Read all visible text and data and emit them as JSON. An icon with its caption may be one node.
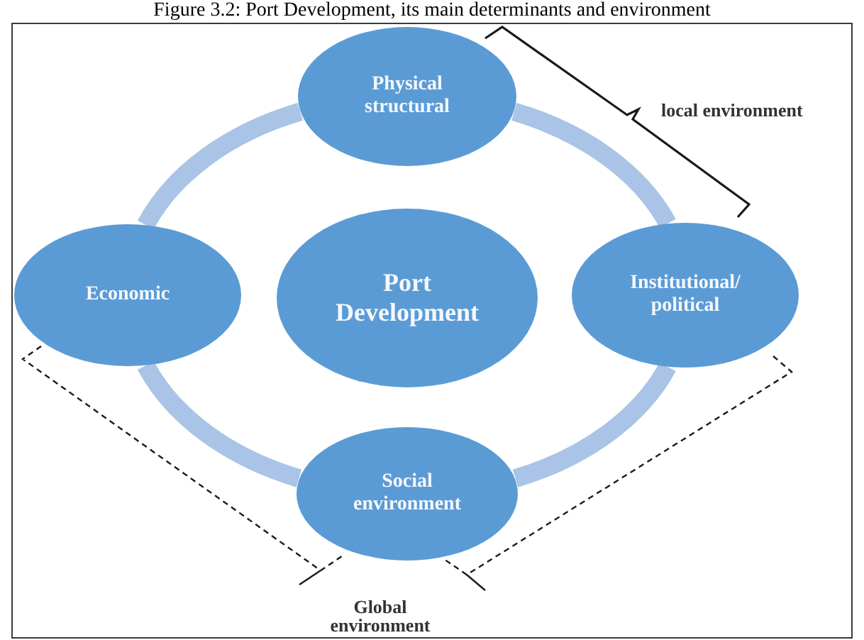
{
  "diagram": {
    "title": "Figure 3.2: Port Development, its main determinants and environment",
    "nodes": [
      {
        "text": [
          "Physical structural"
        ]
      },
      {
        "text": [
          "Economic"
        ]
      },
      {
        "text": [
          "Port Development"
        ]
      },
      {
        "text": [
          "Institutional/ political"
        ]
      },
      {
        "text": [
          "Social environment"
        ]
      }
    ],
    "edges": [
      {
        "from": 0,
        "to": 3,
        "arrow": "none"
      },
      {
        "from": 3,
        "to": 4,
        "arrow": "none"
      },
      {
        "from": 4,
        "to": 1,
        "arrow": "none"
      },
      {
        "from": 1,
        "to": 0,
        "arrow": "none"
      }
    ],
    "labels": [
      "local environment",
      "Global environment"
    ]
  }
}
